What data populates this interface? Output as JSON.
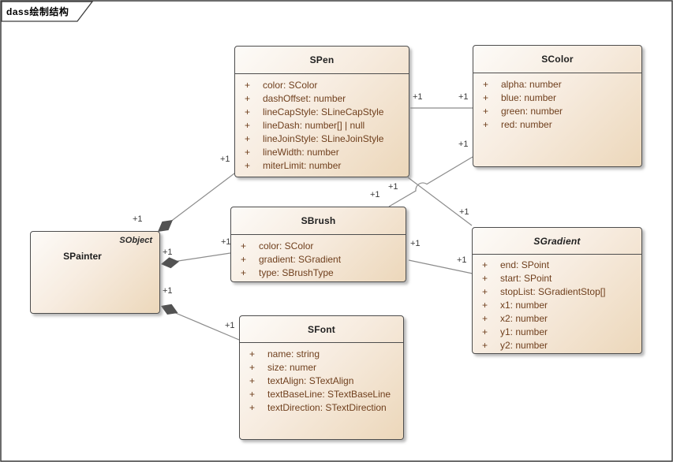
{
  "frame": {
    "tab_title": "dass绘制结构"
  },
  "classes": {
    "spen": {
      "name": "SPen",
      "attributes": [
        {
          "vis": "+",
          "text": "color: SColor"
        },
        {
          "vis": "+",
          "text": "dashOffset: number"
        },
        {
          "vis": "+",
          "text": "lineCapStyle: SLineCapStyle"
        },
        {
          "vis": "+",
          "text": "lineDash: number[] | null"
        },
        {
          "vis": "+",
          "text": "lineJoinStyle: SLineJoinStyle"
        },
        {
          "vis": "+",
          "text": "lineWidth: number"
        },
        {
          "vis": "+",
          "text": "miterLimit: number"
        }
      ]
    },
    "scolor": {
      "name": "SColor",
      "attributes": [
        {
          "vis": "+",
          "text": "alpha: number"
        },
        {
          "vis": "+",
          "text": "blue: number"
        },
        {
          "vis": "+",
          "text": "green: number"
        },
        {
          "vis": "+",
          "text": "red: number"
        }
      ]
    },
    "sbrush": {
      "name": "SBrush",
      "attributes": [
        {
          "vis": "+",
          "text": "color: SColor"
        },
        {
          "vis": "+",
          "text": "gradient: SGradient"
        },
        {
          "vis": "+",
          "text": "type: SBrushType"
        }
      ]
    },
    "sgradient": {
      "name": "SGradient",
      "abstract": true,
      "attributes": [
        {
          "vis": "+",
          "text": "end: SPoint"
        },
        {
          "vis": "+",
          "text": "start: SPoint"
        },
        {
          "vis": "+",
          "text": "stopList: SGradientStop[]"
        },
        {
          "vis": "+",
          "text": "x1: number"
        },
        {
          "vis": "+",
          "text": "x2: number"
        },
        {
          "vis": "+",
          "text": "y1: number"
        },
        {
          "vis": "+",
          "text": "y2: number"
        }
      ]
    },
    "sfont": {
      "name": "SFont",
      "attributes": [
        {
          "vis": "+",
          "text": "name: string"
        },
        {
          "vis": "+",
          "text": "size: numer"
        },
        {
          "vis": "+",
          "text": "textAlign: STextAlign"
        },
        {
          "vis": "+",
          "text": "textBaseLine: STextBaseLine"
        },
        {
          "vis": "+",
          "text": "textDirection: STextDirection"
        }
      ]
    },
    "spainter": {
      "name": "SPainter",
      "parent": "SObject",
      "attributes": []
    }
  },
  "associations": [
    {
      "from": "SPainter",
      "to": "SPen",
      "type": "composition",
      "from_label": "+1",
      "to_label": "+1"
    },
    {
      "from": "SPainter",
      "to": "SBrush",
      "type": "composition",
      "from_label": "+1",
      "to_label": "+1"
    },
    {
      "from": "SPainter",
      "to": "SFont",
      "type": "composition",
      "from_label": "+1",
      "to_label": "+1"
    },
    {
      "from": "SPen",
      "to": "SColor",
      "type": "association",
      "from_label": "+1",
      "to_label": "+1"
    },
    {
      "from": "SBrush",
      "to": "SColor",
      "type": "association",
      "from_label": "+1",
      "to_label": "+1"
    },
    {
      "from": "SPen",
      "to": "SGradient",
      "type": "association",
      "from_label": "+1",
      "to_label": "+1"
    },
    {
      "from": "SBrush",
      "to": "SGradient",
      "type": "association",
      "from_label": "+1",
      "to_label": "+1"
    }
  ],
  "colors": {
    "box_fill_light": "#FDFBF8",
    "box_fill_dark": "#ECD7BA",
    "box_border": "#4D4D4D",
    "attr_text": "#6F3F1D",
    "line": "#8C8C8C",
    "diamond": "#525252",
    "frame_border": "#3C3C3C"
  }
}
